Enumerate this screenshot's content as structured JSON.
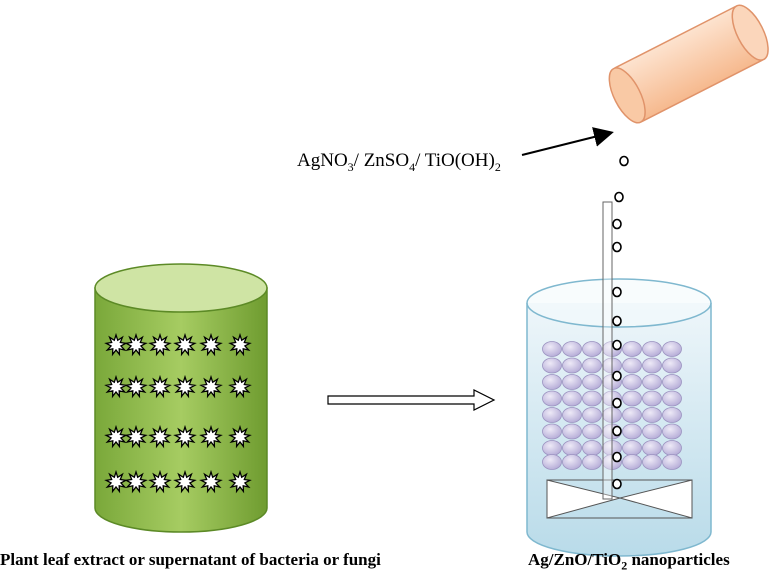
{
  "reagent_label": {
    "part1": "AgNO",
    "sub1": "3",
    "part2": "/ ZnSO",
    "sub2": "4",
    "part3": "/ TiO(OH)",
    "sub3": "2"
  },
  "captions": {
    "left": "Plant leaf extract or supernatant of bacteria or fungi",
    "right_prefix": "Ag/ZnO/TiO",
    "right_sub": "2",
    "right_suffix": " nanoparticles"
  },
  "colors": {
    "extract_fill": "#8fbc4a",
    "extract_top": "#c7de99",
    "beaker_fill": "#c9e3ee",
    "beaker_outline": "#7fb8cf",
    "tube_fill": "#f8c9a6",
    "tube_outline": "#e0936a",
    "particle": "#c5bde0",
    "particle_outline": "#9b92c0"
  }
}
